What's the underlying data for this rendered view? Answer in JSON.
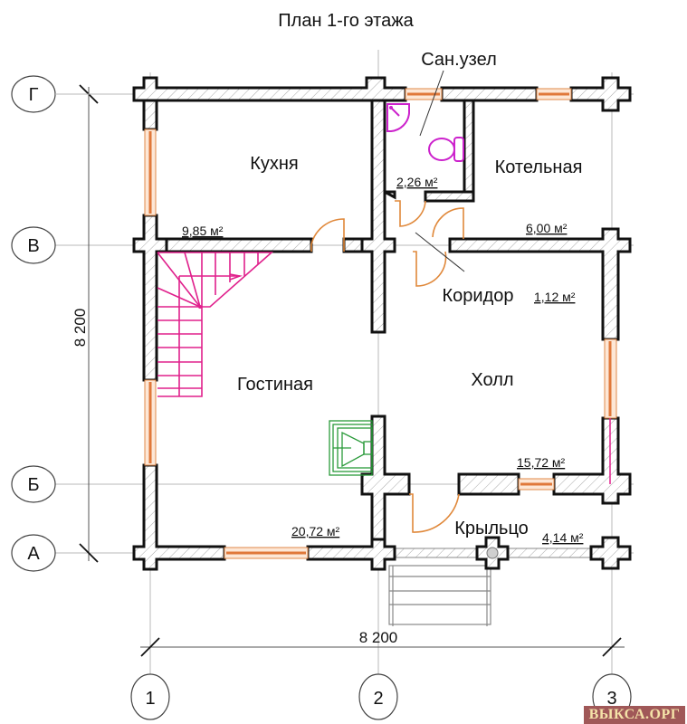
{
  "title": "План 1-го этажа",
  "axes": {
    "rows": [
      "Г",
      "В",
      "Б",
      "А"
    ],
    "columns": [
      "1",
      "2",
      "3"
    ]
  },
  "dimensions": {
    "vertical": "8 200",
    "horizontal": "8 200"
  },
  "rooms": [
    {
      "name": "Кухня",
      "area": "9,85 м²"
    },
    {
      "name": "Сан.узел",
      "area": "2,26 м²"
    },
    {
      "name": "Котельная",
      "area": "6,00 м²"
    },
    {
      "name": "Коридор",
      "area": "1,12 м²"
    },
    {
      "name": "Гостиная",
      "area": "20,72 м²"
    },
    {
      "name": "Холл",
      "area": "15,72 м²"
    },
    {
      "name": "Крыльцо",
      "area": "4,14 м²"
    }
  ],
  "colors": {
    "walls": "#111111",
    "windows_doors": "#e0883a",
    "stairs": "#e0208c",
    "plumbing": "#cc22cc",
    "stove": "#2a9a3a"
  },
  "watermark": "ВЫКСА.ОРГ"
}
